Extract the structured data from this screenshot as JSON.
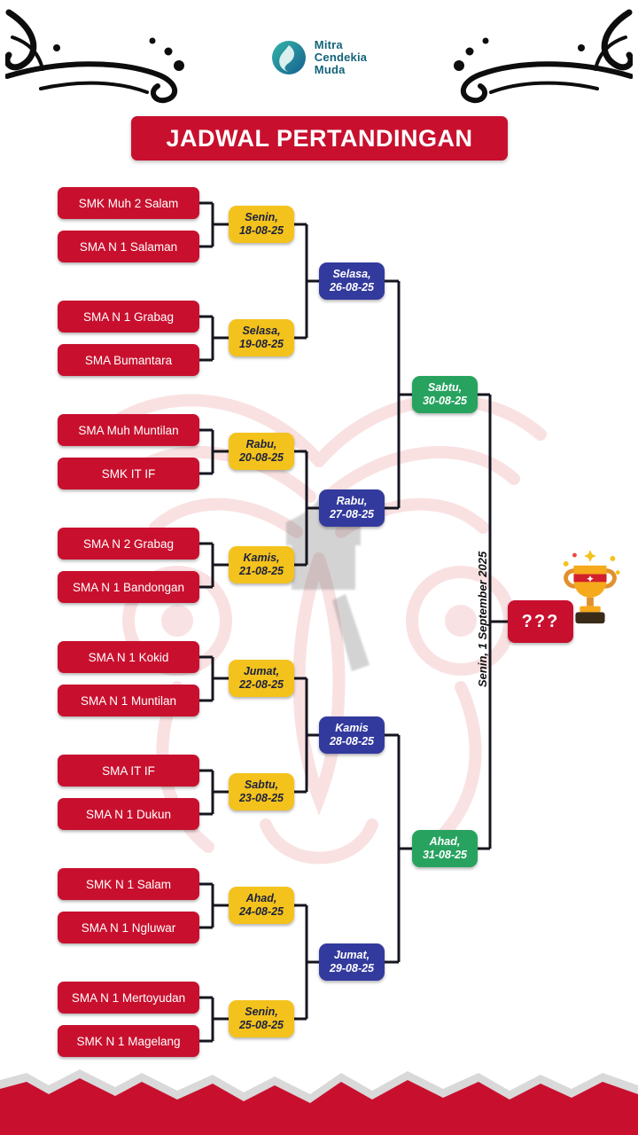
{
  "title": "JADWAL PERTANDINGAN",
  "logo": {
    "name_line1": "Mitra",
    "name_line2": "Cendekia",
    "name_line3": "Muda"
  },
  "bracket": {
    "round1": [
      {
        "team1": "SMK Muh 2 Salam",
        "team2": "SMA N 1 Salaman",
        "day": "Senin,",
        "date": "18-08-25"
      },
      {
        "team1": "SMA N 1 Grabag",
        "team2": "SMA Bumantara",
        "day": "Selasa,",
        "date": "19-08-25"
      },
      {
        "team1": "SMA Muh Muntilan",
        "team2": "SMK IT IF",
        "day": "Rabu,",
        "date": "20-08-25"
      },
      {
        "team1": "SMA N 2 Grabag",
        "team2": "SMA N 1 Bandongan",
        "day": "Kamis,",
        "date": "21-08-25"
      },
      {
        "team1": "SMA N 1 Kokid",
        "team2": "SMA N 1 Muntilan",
        "day": "Jumat,",
        "date": "22-08-25"
      },
      {
        "team1": "SMA IT IF",
        "team2": "SMA N 1 Dukun",
        "day": "Sabtu,",
        "date": "23-08-25"
      },
      {
        "team1": "SMK N 1 Salam",
        "team2": "SMA N 1 Ngluwar",
        "day": "Ahad,",
        "date": "24-08-25"
      },
      {
        "team1": "SMA N 1 Mertoyudan",
        "team2": "SMK N 1 Magelang",
        "day": "Senin,",
        "date": "25-08-25"
      }
    ],
    "quarterfinals": [
      {
        "day": "Selasa,",
        "date": "26-08-25"
      },
      {
        "day": "Rabu,",
        "date": "27-08-25"
      },
      {
        "day": "Kamis",
        "date": "28-08-25"
      },
      {
        "day": "Jumat,",
        "date": "29-08-25"
      }
    ],
    "semifinals": [
      {
        "day": "Sabtu,",
        "date": "30-08-25"
      },
      {
        "day": "Ahad,",
        "date": "31-08-25"
      }
    ],
    "final": {
      "date_label": "Senin, 1 September 2025",
      "champion_placeholder": "???"
    }
  },
  "colors": {
    "primary_red": "#C8102E",
    "round1_yellow": "#F4C21C",
    "quarterfinal_blue": "#333A9D",
    "semifinal_green": "#27A35F",
    "logo_teal": "#14637A",
    "line_black": "#15151F"
  }
}
